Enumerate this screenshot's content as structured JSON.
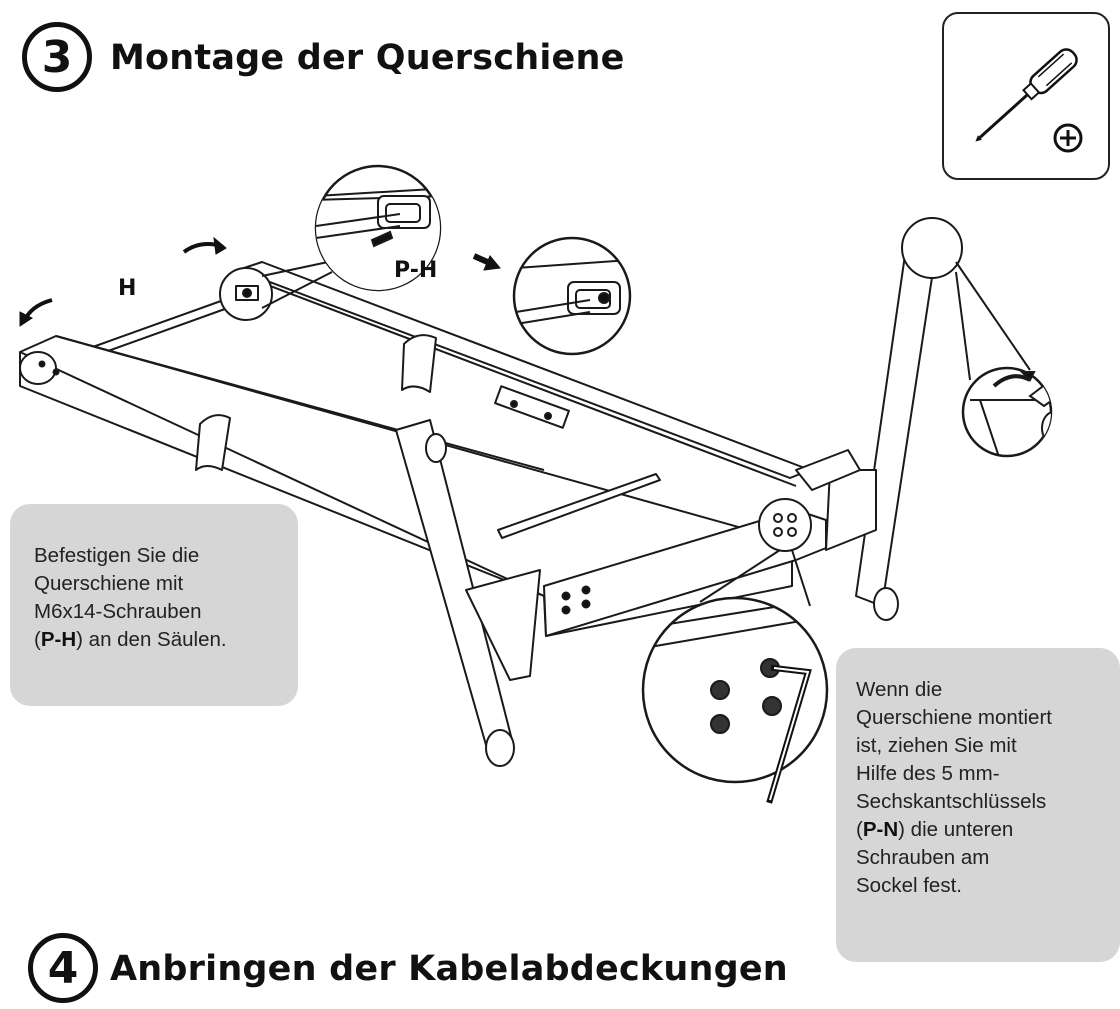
{
  "step3": {
    "number": "3",
    "title": "Montage der Querschiene"
  },
  "step4": {
    "number": "4",
    "title": "Anbringen der Kabelabdeckungen"
  },
  "labels": {
    "rail": "H",
    "screw": "P-H"
  },
  "tool": {
    "icon": "phillips-screwdriver-icon"
  },
  "note_left": {
    "line1": "Befestigen Sie die",
    "line2": "Querschiene mit",
    "line3": "M6x14-Schrauben",
    "line4_open": "(",
    "line4_bold": "P-H",
    "line4_rest": ") an den Säulen."
  },
  "note_right": {
    "line1": "Wenn die",
    "line2": "Querschiene montiert",
    "line3": "ist, ziehen Sie mit",
    "line4": "Hilfe des 5 mm-",
    "line5": "Sechskantschlüssels",
    "line6_open": "(",
    "line6_bold": "P-N",
    "line6_rest": ") die unteren",
    "line7": "Schrauben am",
    "line8": "Sockel fest."
  }
}
